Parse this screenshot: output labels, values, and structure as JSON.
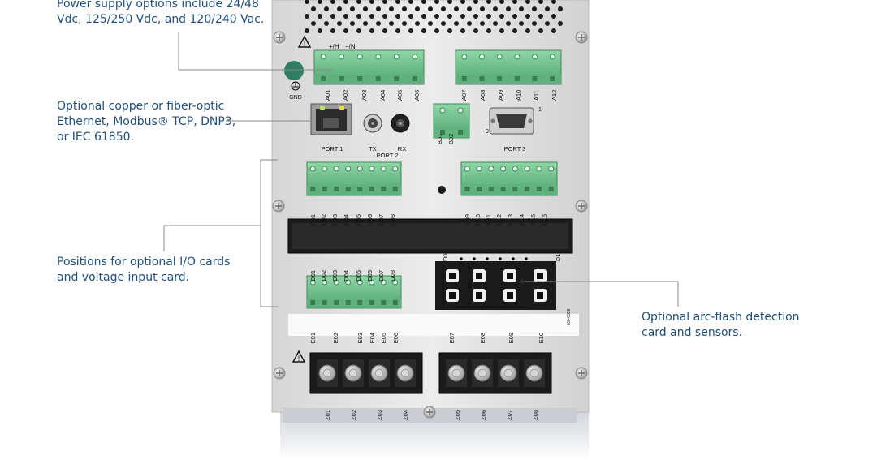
{
  "callouts": {
    "power": {
      "lines": [
        "Power supply options include 24/48",
        "Vdc, 125/250 Vdc, and 120/240 Vac."
      ]
    },
    "ethernet": {
      "lines": [
        "Optional copper or fiber-optic",
        "Ethernet, Modbus® TCP, DNP3,",
        "or IEC 61850."
      ]
    },
    "io": {
      "lines": [
        "Positions for optional I/O cards",
        "and voltage input card."
      ]
    },
    "arcflash": {
      "lines": [
        "Optional arc-flash detection",
        "card and sensors."
      ]
    }
  },
  "panel": {
    "power_terminal_labels": {
      "pos": "+/H",
      "neg": "−/N"
    },
    "gnd_label": "GND",
    "a_terminals_left": [
      "A01",
      "A02",
      "A03",
      "A04",
      "A05",
      "A06"
    ],
    "a_terminals_right": [
      "A07",
      "A08",
      "A09",
      "A10",
      "A11",
      "A12"
    ],
    "port1_label": "PORT 1",
    "port2_tx": "TX",
    "port2_rx": "RX",
    "port2_label": "PORT 2",
    "b_terminals": [
      "B01",
      "B02"
    ],
    "port3_label": "PORT 3",
    "port3_pin1": "1",
    "port3_pin9": "9",
    "c_terminals_left": [
      "C01",
      "C02",
      "C03",
      "C04",
      "C05",
      "C06",
      "C07",
      "C08"
    ],
    "c_terminals_right": [
      "C09",
      "C10",
      "C11",
      "C12",
      "C13",
      "C14",
      "C15",
      "C16"
    ],
    "d_terminals": [
      "D01",
      "D02",
      "D03",
      "D04",
      "D05",
      "D06",
      "D07",
      "D08"
    ],
    "arc_labels": {
      "left": "D0",
      "right": "D1"
    },
    "e_terminals_left": [
      "E01",
      "E02",
      "E03",
      "E04",
      "E05",
      "E06"
    ],
    "e_terminals_right": [
      "E07",
      "E08",
      "E09",
      "E10"
    ],
    "z_terminals_left": [
      "Z01",
      "Z02",
      "Z03",
      "Z04"
    ],
    "z_terminals_right": [
      "Z05",
      "Z06",
      "Z07",
      "Z08"
    ],
    "small_code": "i09-0328"
  },
  "colors": {
    "callout_text": "#1f4f7a",
    "panel": "#e3e3e3",
    "terminal_green": "#6cc08b",
    "callout_line": "#8a8a8a"
  }
}
